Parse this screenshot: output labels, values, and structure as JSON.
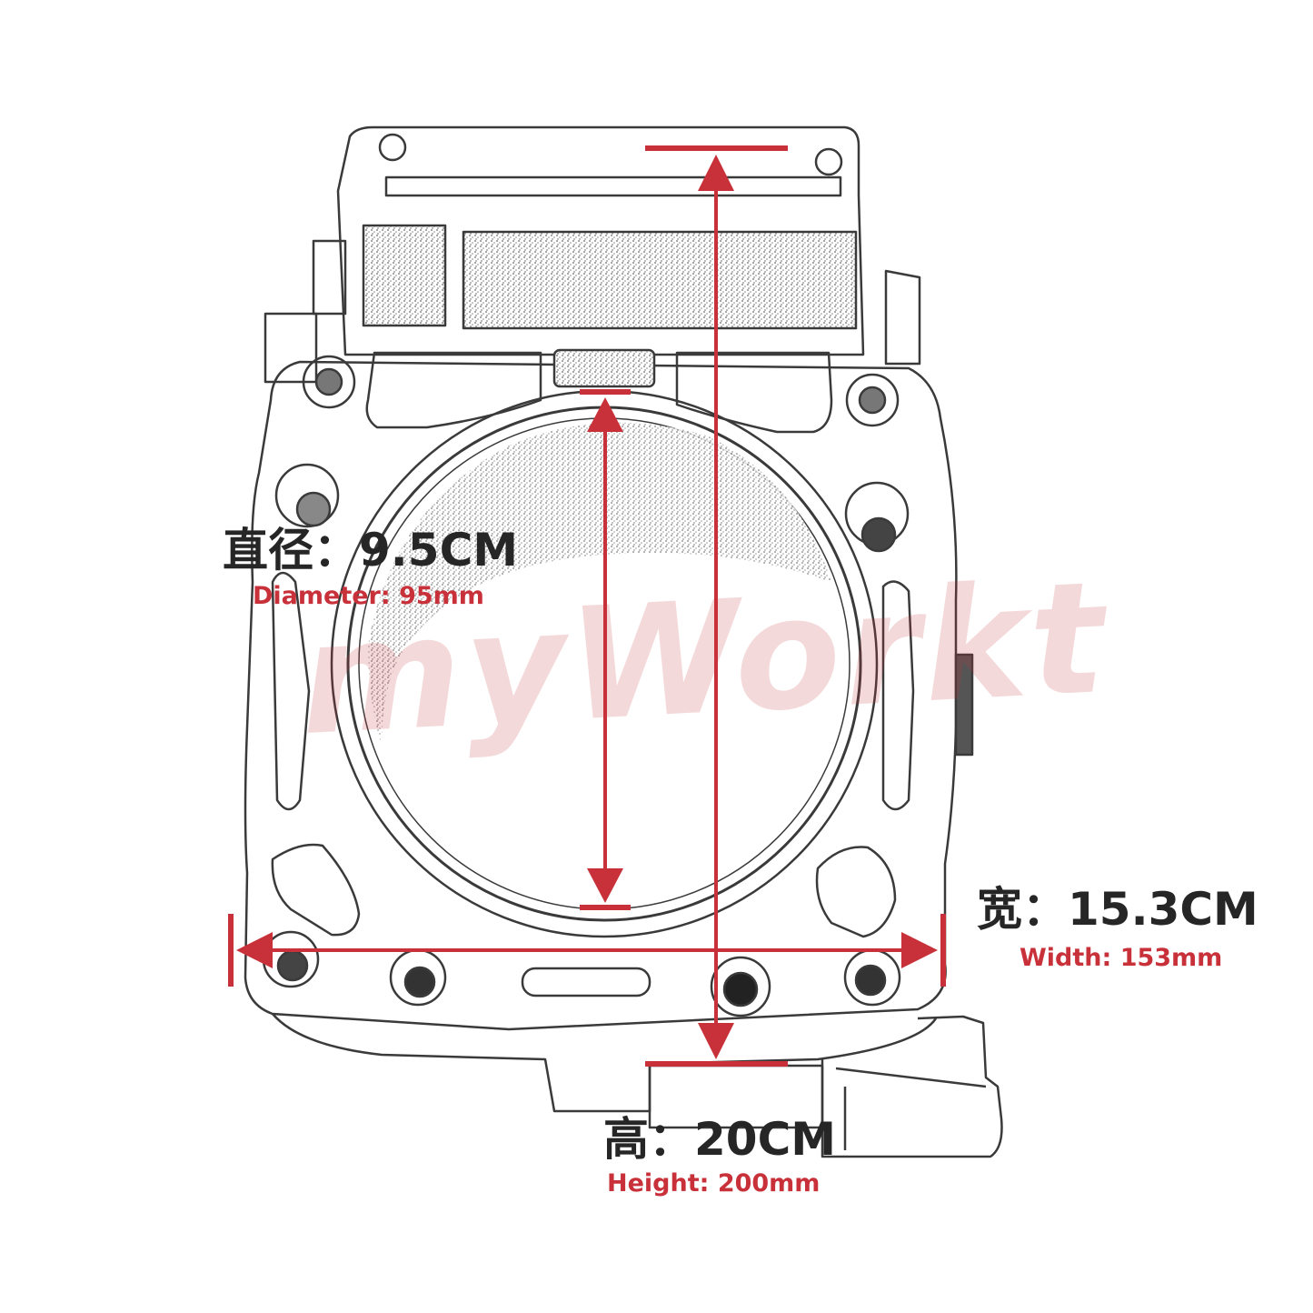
{
  "colors": {
    "dimension_red": "#c8313a",
    "label_dark": "#262626",
    "sketch_line": "#3a3a3a",
    "sketch_shade": "#9a9a9a",
    "background": "#ffffff"
  },
  "watermark": {
    "text": "myWorkt"
  },
  "labels": {
    "diameter_main": "直径：9.5CM",
    "diameter_sub": "Diameter: 95mm",
    "width_main": "宽：15.3CM",
    "width_sub": "Width: 153mm",
    "height_main": "高：20CM",
    "height_sub": "Height: 200mm"
  }
}
